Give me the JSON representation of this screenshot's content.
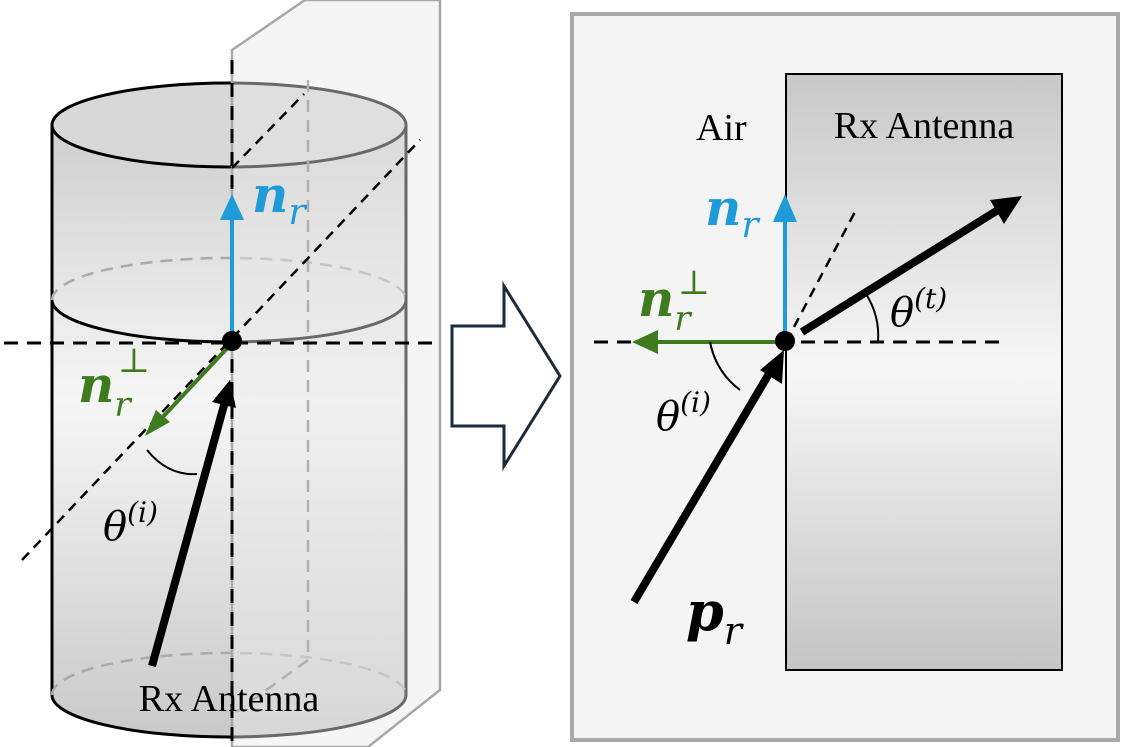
{
  "left_panel": {
    "antenna_label": "Rx Antenna",
    "normal_label": {
      "main": "n",
      "sub": "r"
    },
    "tangent_label": {
      "main": "n",
      "sub": "r",
      "sup": "⊥"
    },
    "incident_angle_label": {
      "main": "θ",
      "sup": "(i)"
    }
  },
  "transition_arrow": "outline-right-arrow",
  "right_panel": {
    "air_label": "Air",
    "antenna_label": "Rx Antenna",
    "normal_label": {
      "main": "n",
      "sub": "r"
    },
    "tangent_label": {
      "main": "n",
      "sub": "r",
      "sup": "⊥"
    },
    "incident_angle_label": {
      "main": "θ",
      "sup": "(i)"
    },
    "transmitted_angle_label": {
      "main": "θ",
      "sup": "(t)"
    },
    "vector_label": {
      "main": "p",
      "sub": "r"
    }
  },
  "colors": {
    "normal": "#1f9cd8",
    "tangent": "#3e7a1e",
    "ray": "#000000",
    "outline": "#aaaaaa",
    "arrow_outline": "#1a2b3c"
  }
}
